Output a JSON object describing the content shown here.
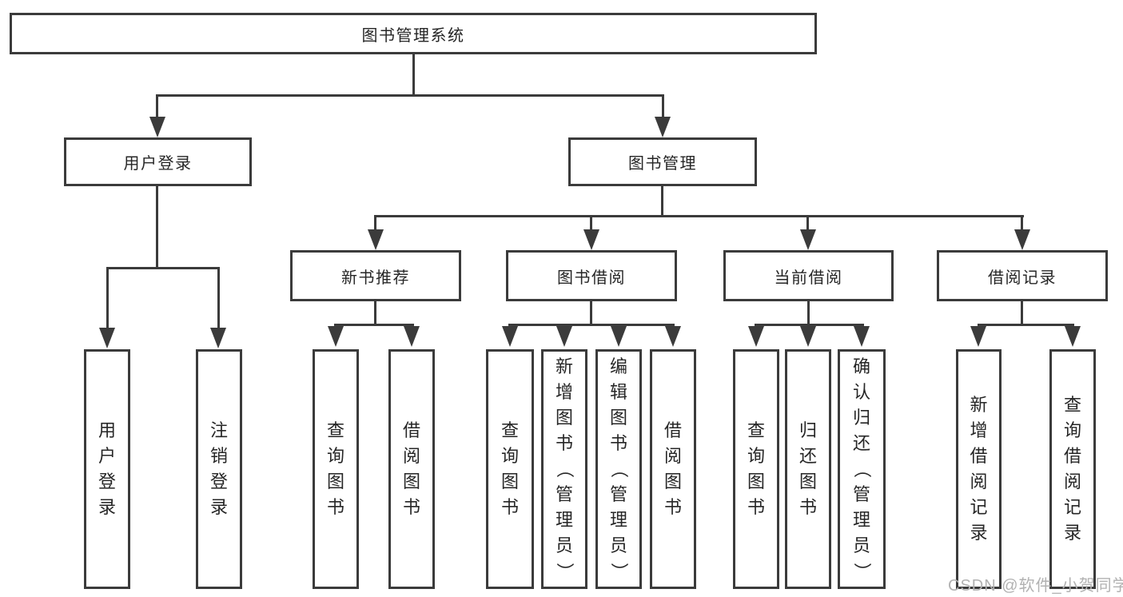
{
  "palette": {
    "background": "#ffffff",
    "line_color": "#3b3b3b",
    "text_color": "#262626",
    "watermark_color": "#b2b2b2"
  },
  "nodes": {
    "root": "图书管理系统",
    "user_login": "用户登录",
    "book_mgmt": "图书管理",
    "new_book_rec": "新书推荐",
    "book_borrow": "图书借阅",
    "current_borrow": "当前借阅",
    "borrow_record": "借阅记录",
    "ul_login": "用户登录",
    "ul_logout": "注销登录",
    "nb_query": "查询图书",
    "nb_borrow": "借阅图书",
    "bb_query": "查询图书",
    "bb_add": "新增图书（管理员）",
    "bb_edit": "编辑图书（管理员）",
    "bb_borrow": "借阅图书",
    "cb_query": "查询图书",
    "cb_return": "归还图书",
    "cb_confirm": "确认归还（管理员）",
    "br_add": "新增借阅记录",
    "br_query": "查询借阅记录"
  },
  "structure": {
    "图书管理系统": [
      "用户登录",
      "图书管理"
    ],
    "用户登录": [
      "用户登录",
      "注销登录"
    ],
    "图书管理": [
      "新书推荐",
      "图书借阅",
      "当前借阅",
      "借阅记录"
    ],
    "新书推荐": [
      "查询图书",
      "借阅图书"
    ],
    "图书借阅": [
      "查询图书",
      "新增图书（管理员）",
      "编辑图书（管理员）",
      "借阅图书"
    ],
    "当前借阅": [
      "查询图书",
      "归还图书",
      "确认归还（管理员）"
    ],
    "借阅记录": [
      "新增借阅记录",
      "查询借阅记录"
    ]
  },
  "watermark": "CSDN @软件_小贺同学"
}
